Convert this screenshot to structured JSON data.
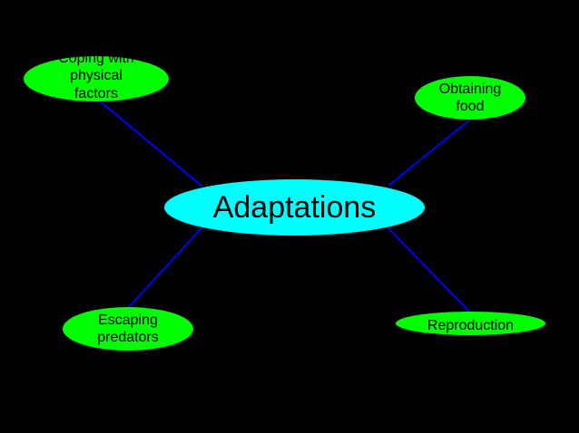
{
  "colors": {
    "background": "#000000",
    "center_fill": "#00ffff",
    "branch_fill": "#00ff00",
    "connector": "#0000ff",
    "text": "#000000"
  },
  "center": {
    "label": "Adaptations"
  },
  "branches": {
    "coping": {
      "label": "Coping with physical factors"
    },
    "food": {
      "label": "Obtaining food"
    },
    "escaping": {
      "label": "Escaping predators"
    },
    "reproduction": {
      "label": "Reproduction"
    }
  }
}
